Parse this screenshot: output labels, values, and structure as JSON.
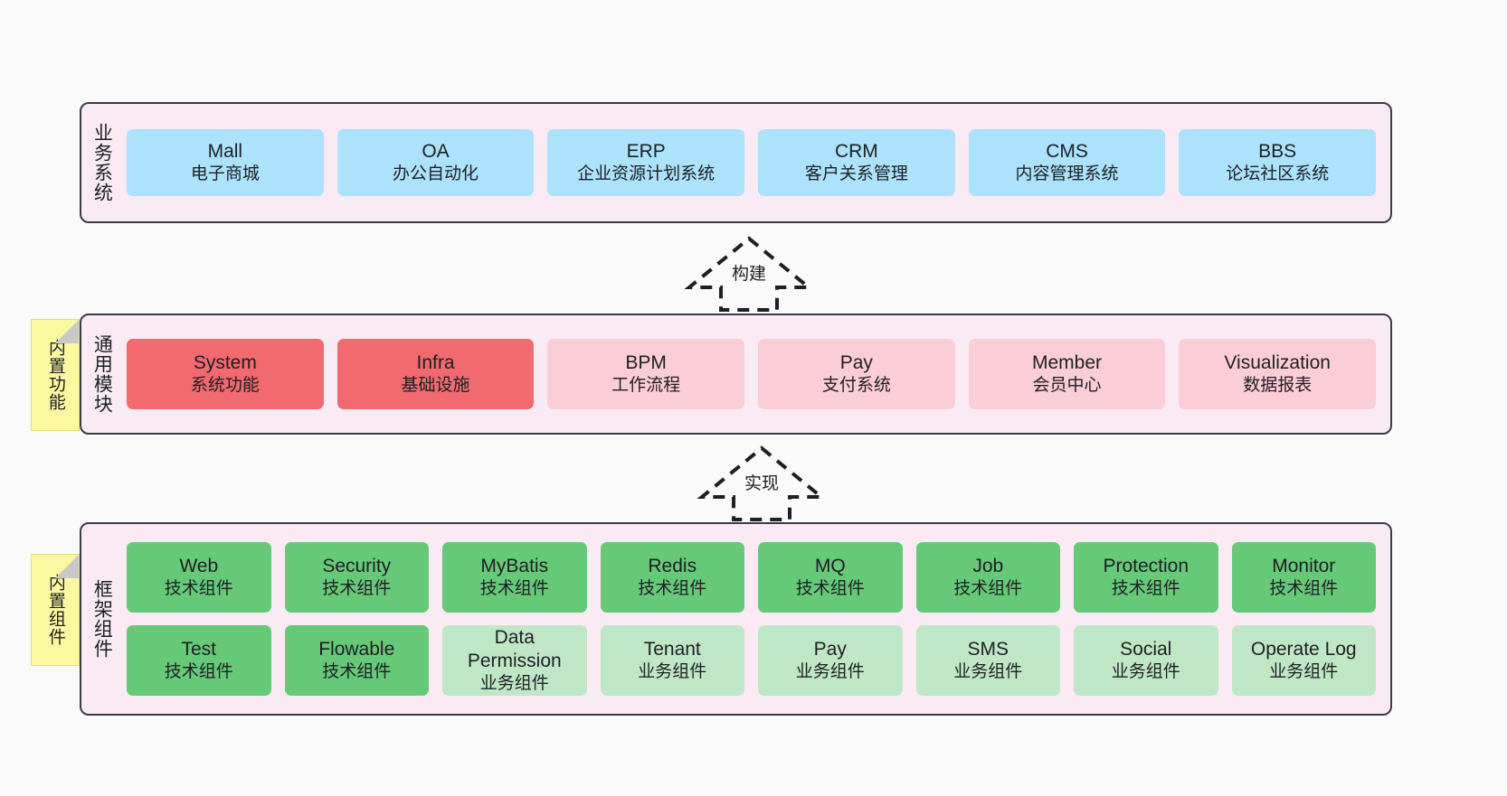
{
  "diagram": {
    "background_color": "#fafafa",
    "panel_color": "#f9eaf4",
    "panel_border_color": "#3b3b46",
    "note_color": "#fbf8a0"
  },
  "layers": [
    {
      "id": "business-systems",
      "title": "业务系统",
      "note": null,
      "rows": [
        {
          "cards": [
            {
              "title": "Mall",
              "sub": "电子商城",
              "variant": "c-blue",
              "color": "#ace2fb"
            },
            {
              "title": "OA",
              "sub": "办公自动化",
              "variant": "c-blue",
              "color": "#ace2fb"
            },
            {
              "title": "ERP",
              "sub": "企业资源计划系统",
              "variant": "c-blue",
              "color": "#ace2fb"
            },
            {
              "title": "CRM",
              "sub": "客户关系管理",
              "variant": "c-blue",
              "color": "#ace2fb"
            },
            {
              "title": "CMS",
              "sub": "内容管理系统",
              "variant": "c-blue",
              "color": "#ace2fb"
            },
            {
              "title": "BBS",
              "sub": "论坛社区系统",
              "variant": "c-blue",
              "color": "#ace2fb"
            }
          ]
        }
      ]
    },
    {
      "id": "common-modules",
      "title": "通用模块",
      "note": "内置功能",
      "rows": [
        {
          "cards": [
            {
              "title": "System",
              "sub": "系统功能",
              "variant": "c-red",
              "color": "#f06a6f"
            },
            {
              "title": "Infra",
              "sub": "基础设施",
              "variant": "c-red",
              "color": "#f06a6f"
            },
            {
              "title": "BPM",
              "sub": "工作流程",
              "variant": "c-pink",
              "color": "#fbcdd6"
            },
            {
              "title": "Pay",
              "sub": "支付系统",
              "variant": "c-pink",
              "color": "#fbcdd6"
            },
            {
              "title": "Member",
              "sub": "会员中心",
              "variant": "c-pink",
              "color": "#fbcdd6"
            },
            {
              "title": "Visualization",
              "sub": "数据报表",
              "variant": "c-pink",
              "color": "#fbcdd6"
            }
          ]
        }
      ]
    },
    {
      "id": "framework-components",
      "title": "框架组件",
      "note": "内置组件",
      "rows": [
        {
          "cards": [
            {
              "title": "Web",
              "sub": "技术组件",
              "variant": "c-green",
              "color": "#65c978"
            },
            {
              "title": "Security",
              "sub": "技术组件",
              "variant": "c-green",
              "color": "#65c978"
            },
            {
              "title": "MyBatis",
              "sub": "技术组件",
              "variant": "c-green",
              "color": "#65c978"
            },
            {
              "title": "Redis",
              "sub": "技术组件",
              "variant": "c-green",
              "color": "#65c978"
            },
            {
              "title": "MQ",
              "sub": "技术组件",
              "variant": "c-green",
              "color": "#65c978"
            },
            {
              "title": "Job",
              "sub": "技术组件",
              "variant": "c-green",
              "color": "#65c978"
            },
            {
              "title": "Protection",
              "sub": "技术组件",
              "variant": "c-green",
              "color": "#65c978"
            },
            {
              "title": "Monitor",
              "sub": "技术组件",
              "variant": "c-green",
              "color": "#65c978"
            }
          ]
        },
        {
          "cards": [
            {
              "title": "Test",
              "sub": "技术组件",
              "variant": "c-green",
              "color": "#65c978"
            },
            {
              "title": "Flowable",
              "sub": "技术组件",
              "variant": "c-green",
              "color": "#65c978"
            },
            {
              "title": "Data Permission",
              "sub": "业务组件",
              "variant": "c-lightgreen",
              "color": "#bfe7c6"
            },
            {
              "title": "Tenant",
              "sub": "业务组件",
              "variant": "c-lightgreen",
              "color": "#bfe7c6"
            },
            {
              "title": "Pay",
              "sub": "业务组件",
              "variant": "c-lightgreen",
              "color": "#bfe7c6"
            },
            {
              "title": "SMS",
              "sub": "业务组件",
              "variant": "c-lightgreen",
              "color": "#bfe7c6"
            },
            {
              "title": "Social",
              "sub": "业务组件",
              "variant": "c-lightgreen",
              "color": "#bfe7c6"
            },
            {
              "title": "Operate Log",
              "sub": "业务组件",
              "variant": "c-lightgreen",
              "color": "#bfe7c6"
            }
          ]
        }
      ]
    }
  ],
  "arrows": [
    {
      "id": "build-arrow",
      "label": "构建",
      "direction": "up",
      "style": "dashed-hollow"
    },
    {
      "id": "implement-arrow",
      "label": "实现",
      "direction": "up",
      "style": "dashed-hollow"
    }
  ]
}
